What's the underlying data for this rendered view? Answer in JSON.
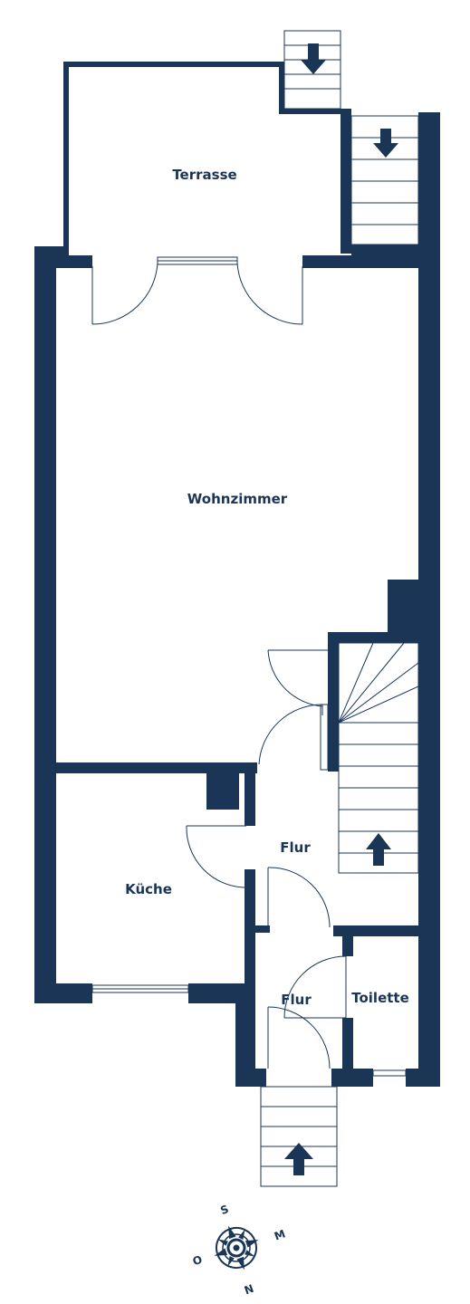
{
  "rooms": {
    "terrace": "Terrasse",
    "living": "Wohnzimmer",
    "kitchen": "Küche",
    "hall_upper": "Flur",
    "hall_lower": "Flur",
    "toilet": "Toilette"
  },
  "compass": {
    "north": "N",
    "south": "S",
    "east": "O",
    "west": "M"
  },
  "colors": {
    "wall": "#1b3557",
    "background": "#ffffff"
  }
}
